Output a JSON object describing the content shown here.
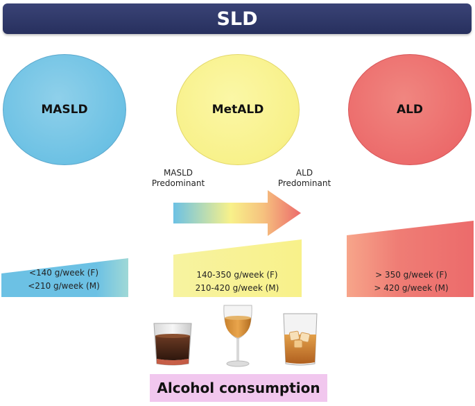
{
  "title": "SLD",
  "circles": {
    "masld": "MASLD",
    "metald": "MetALD",
    "ald": "ALD"
  },
  "predominant": {
    "left_line1": "MASLD",
    "left_line2": "Predominant",
    "right_line1": "ALD",
    "right_line2": "Predominant"
  },
  "thresholds": {
    "masld_female": "<140 g/week (F)",
    "masld_male": "<210 g/week (M)",
    "metald_female": "140-350 g/week (F)",
    "metald_male": "210-420 g/week (M)",
    "ald_female": "> 350 g/week (F)",
    "ald_male": "> 420 g/week (M)"
  },
  "footer_label": "Alcohol consumption",
  "colors": {
    "title_bg": "#2f3769",
    "masld": "#6cc1e4",
    "metald": "#f8f18a",
    "ald": "#ec6b6b",
    "footer_bg": "#f1c7ee"
  },
  "icons": [
    "whisky-glass-icon",
    "wine-glass-icon",
    "ice-whisky-glass-icon"
  ]
}
